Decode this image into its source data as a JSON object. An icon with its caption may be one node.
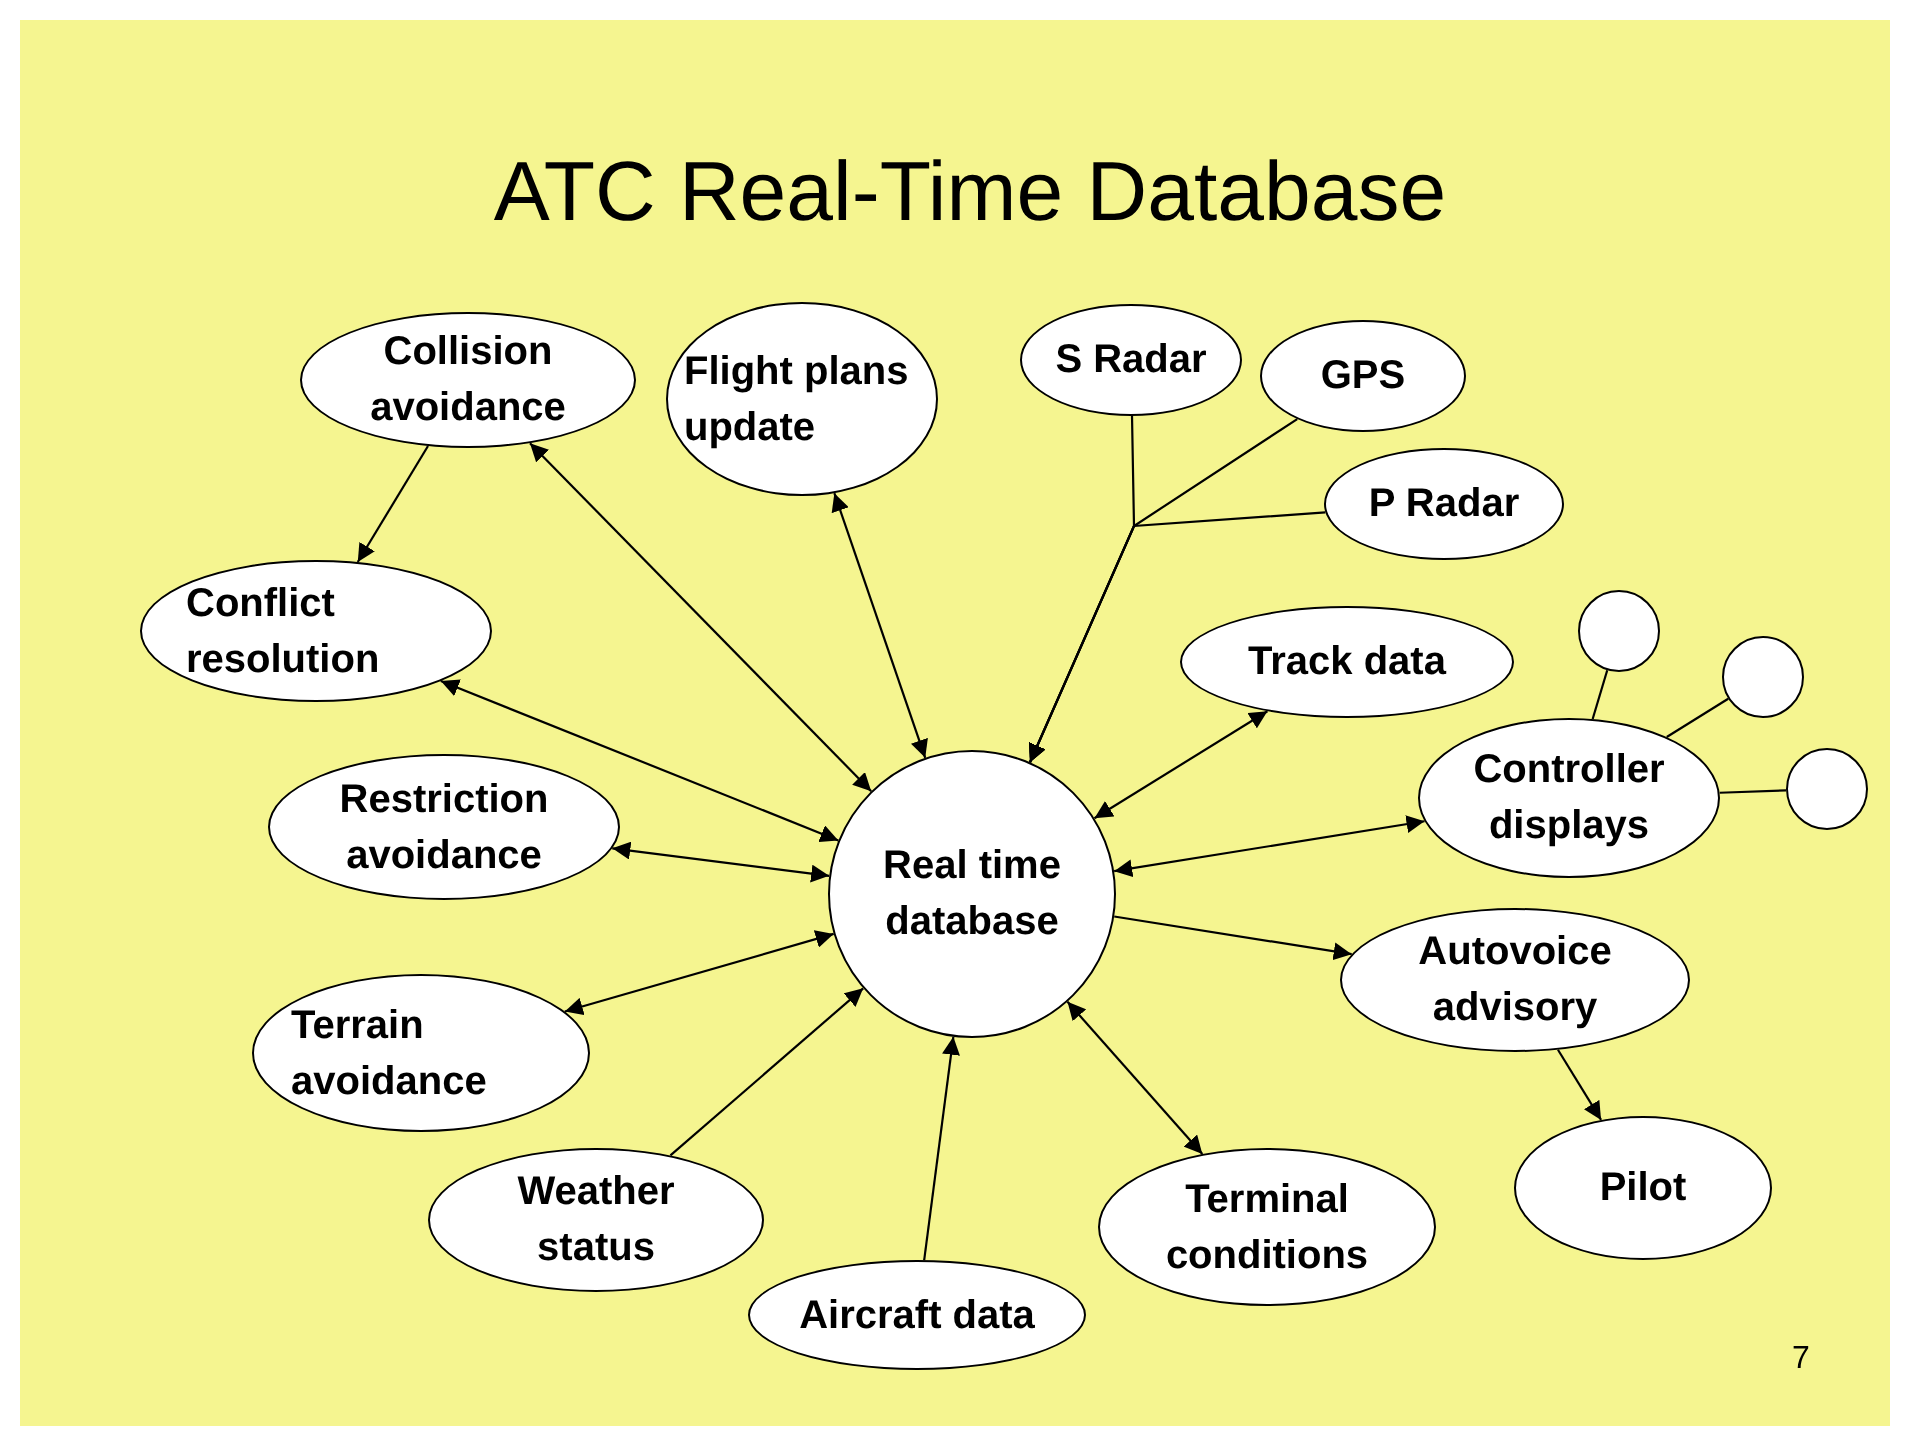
{
  "diagram": {
    "title": "ATC Real-Time Database",
    "nodes": [
      {
        "text": [
          "Collision avoidance"
        ]
      },
      {
        "text": [
          "Flight plans update"
        ]
      },
      {
        "text": [
          "S Radar"
        ]
      },
      {
        "text": [
          "GPS"
        ]
      },
      {
        "text": [
          "P Radar"
        ]
      },
      {
        "text": [
          "Conflict resolution"
        ]
      },
      {
        "text": [
          "Track data"
        ]
      },
      {
        "text": [],
        "shape": "circle"
      },
      {
        "text": [],
        "shape": "circle"
      },
      {
        "text": [],
        "shape": "circle"
      },
      {
        "text": [
          "Controller displays"
        ]
      },
      {
        "text": [
          "Restriction avoidance"
        ]
      },
      {
        "text": [
          "Real time database"
        ]
      },
      {
        "text": [
          "Autovoice advisory"
        ]
      },
      {
        "text": [
          "Terrain avoidance"
        ]
      },
      {
        "text": [
          "Weather status"
        ]
      },
      {
        "text": [
          "Pilot"
        ]
      },
      {
        "text": [
          "Terminal conditions"
        ]
      },
      {
        "text": [
          "Aircraft data"
        ]
      }
    ],
    "edges": [
      {
        "from": 0,
        "to": 5,
        "arrow": "to"
      },
      {
        "from": 0,
        "to": 12,
        "arrow": "both"
      },
      {
        "from": 1,
        "to": 12,
        "arrow": "both"
      },
      {
        "from": 2,
        "to": 12,
        "arrow": "to"
      },
      {
        "from": 3,
        "to": 12,
        "arrow": "to"
      },
      {
        "from": 4,
        "to": 12,
        "arrow": "to"
      },
      {
        "from": 5,
        "to": 12,
        "arrow": "both"
      },
      {
        "from": 6,
        "to": 12,
        "arrow": "both"
      },
      {
        "from": 7,
        "to": 10,
        "arrow": "none"
      },
      {
        "from": 8,
        "to": 10,
        "arrow": "none"
      },
      {
        "from": 9,
        "to": 10,
        "arrow": "none"
      },
      {
        "from": 10,
        "to": 12,
        "arrow": "both"
      },
      {
        "from": 11,
        "to": 12,
        "arrow": "both"
      },
      {
        "from": 12,
        "to": 13,
        "arrow": "to"
      },
      {
        "from": 13,
        "to": 16,
        "arrow": "to"
      },
      {
        "from": 14,
        "to": 12,
        "arrow": "both"
      },
      {
        "from": 15,
        "to": 12,
        "arrow": "to"
      },
      {
        "from": 18,
        "to": 12,
        "arrow": "to"
      },
      {
        "from": 17,
        "to": 12,
        "arrow": "both"
      }
    ],
    "labels": [
      "7"
    ]
  }
}
